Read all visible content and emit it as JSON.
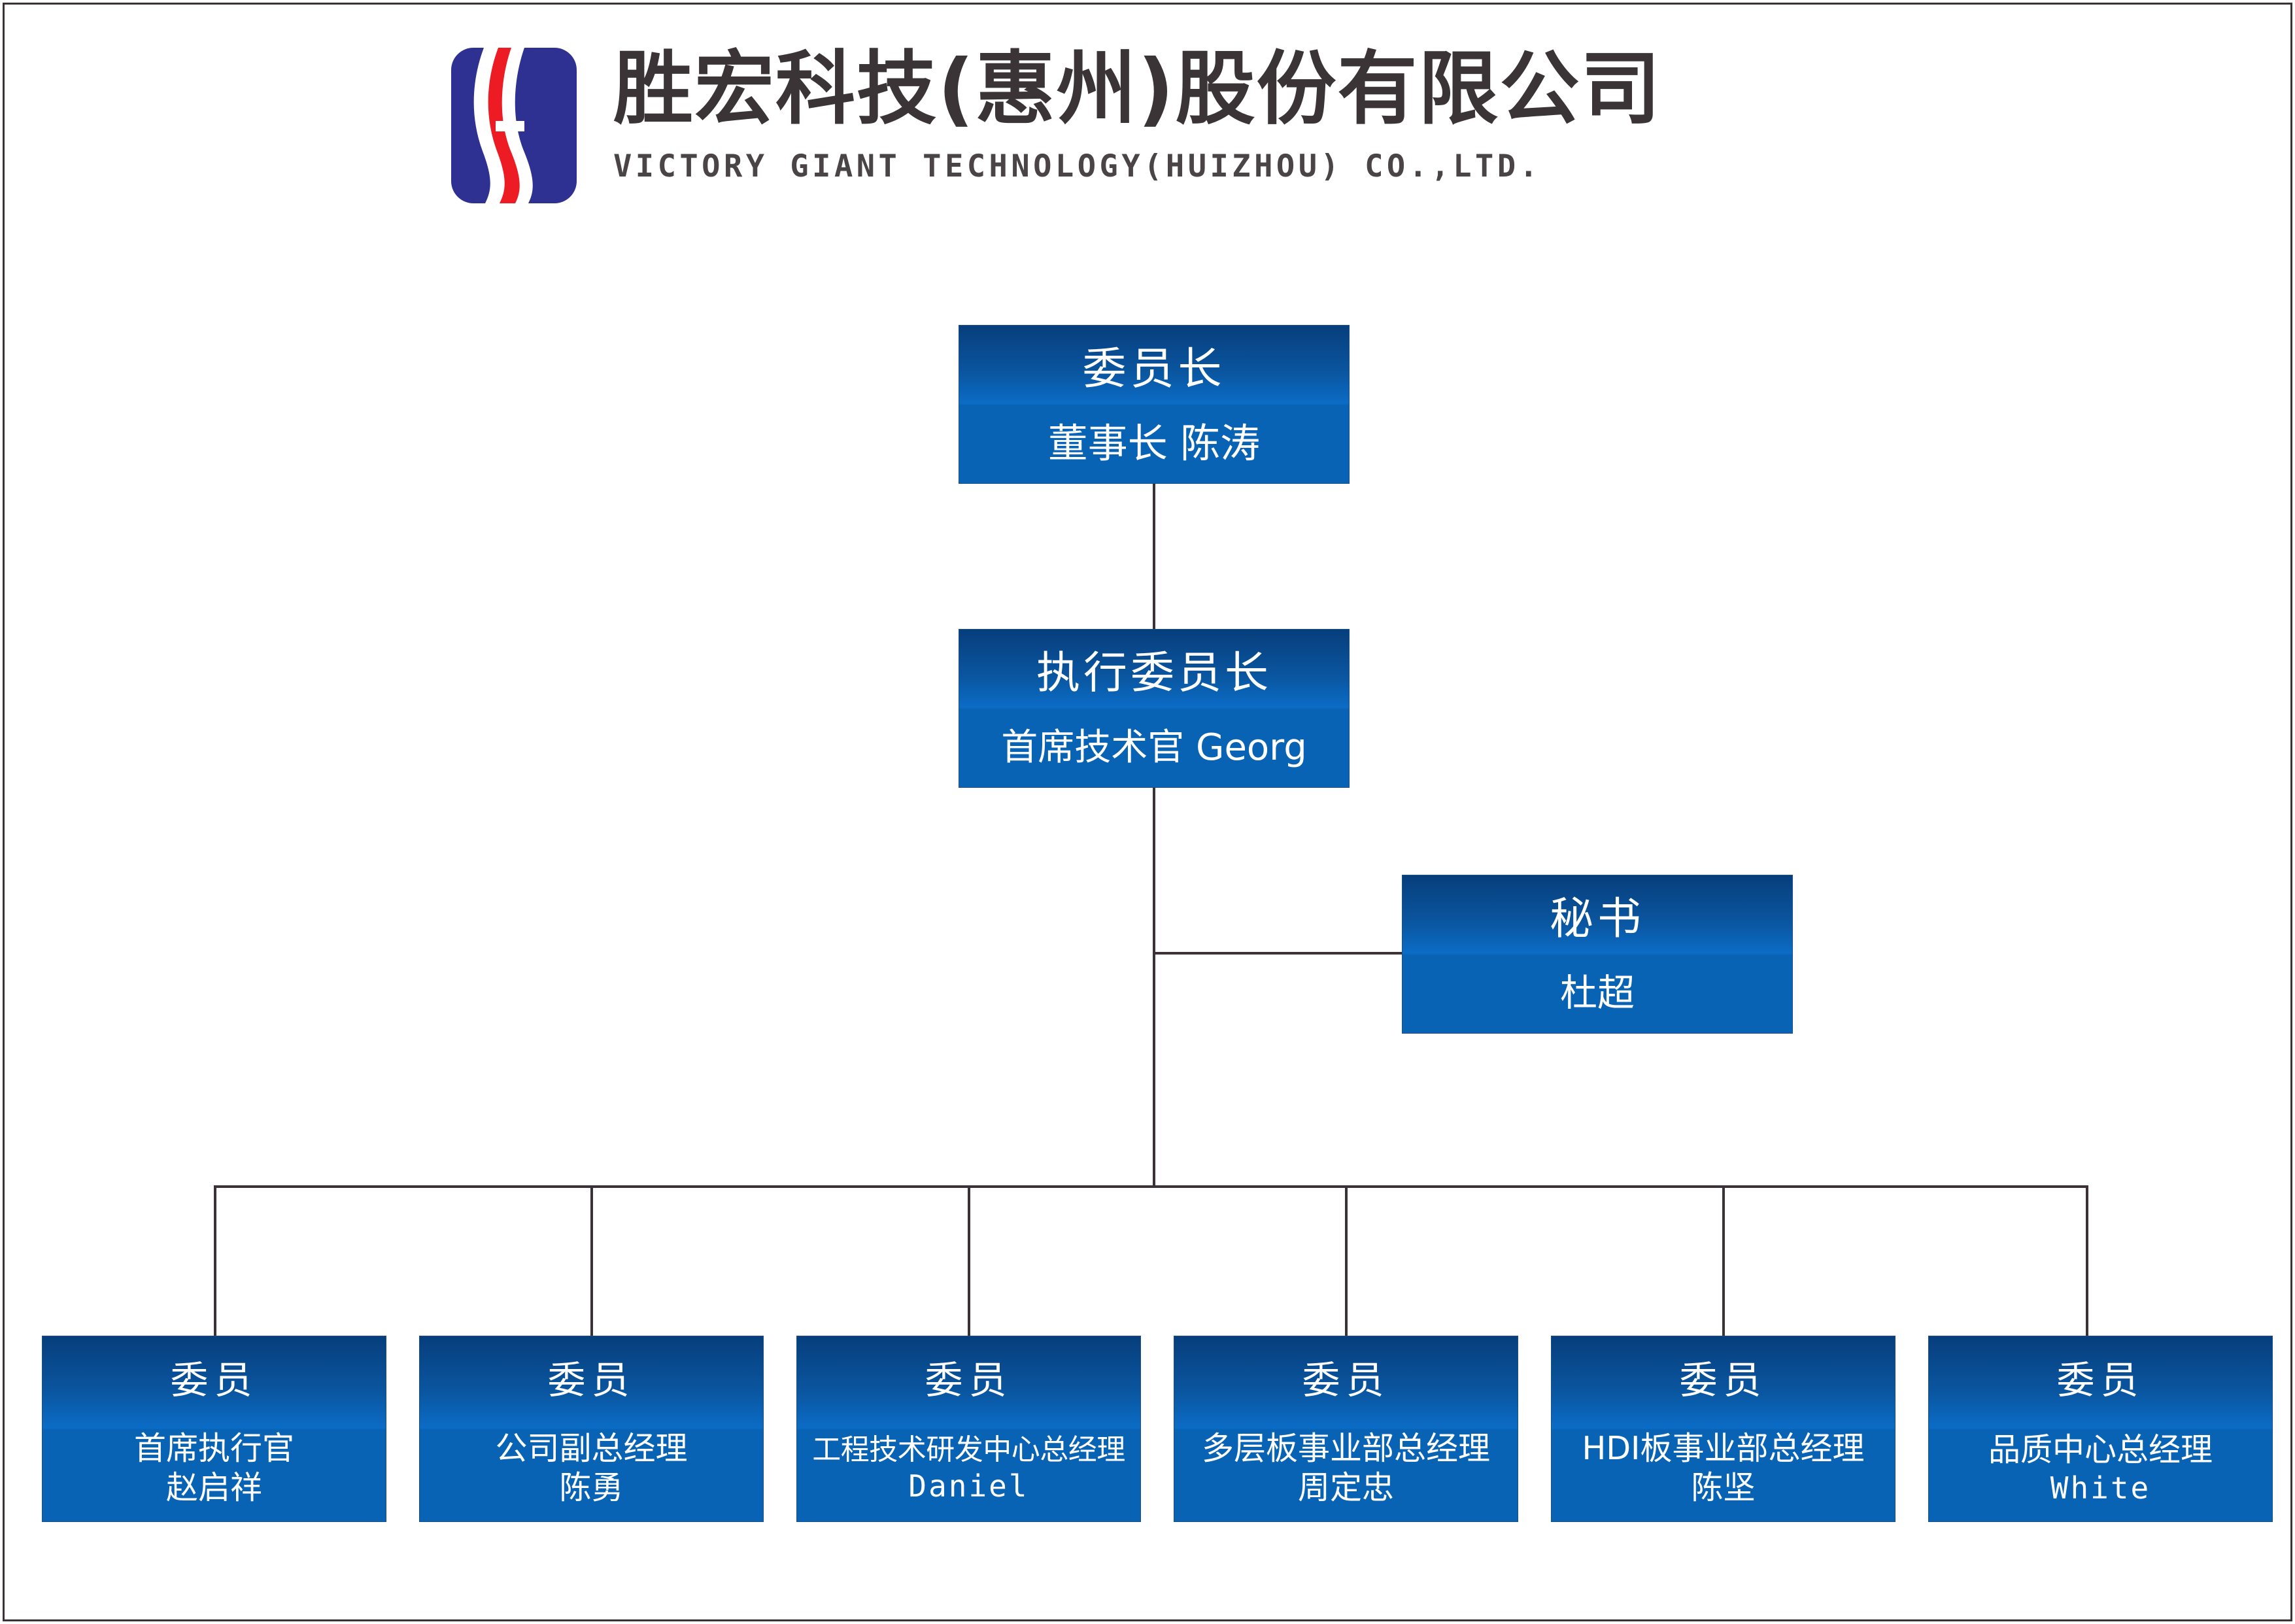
{
  "header": {
    "logo_name": "victory-giant-logo",
    "company_name_cn": "胜宏科技(惠州)股份有限公司",
    "company_name_en": "VICTORY GIANT TECHNOLOGY(HUIZHOU) CO.,LTD."
  },
  "colors": {
    "box_gradient_top": "#073e7c",
    "box_gradient_mid": "#0b6cc6",
    "box_solid_bottom": "#0963b4",
    "connector_line": "#3a3236",
    "logo_blue": "#2e3192",
    "logo_red": "#ed1c24",
    "text_on_box": "#ffffff",
    "header_text": "#3b3436"
  },
  "chart_data": {
    "type": "org-chart",
    "title": "胜宏科技(惠州)股份有限公司 组织架构",
    "nodes": [
      {
        "id": "chairman",
        "title": "委员长",
        "lines": [
          "董事长 陈涛"
        ],
        "role": "董事长",
        "person": "陈涛",
        "level": 0
      },
      {
        "id": "exec-chairman",
        "title": "执行委员长",
        "lines": [
          "首席技术官 Georg"
        ],
        "role": "首席技术官",
        "person": "Georg",
        "level": 1
      },
      {
        "id": "secretary",
        "title": "秘书",
        "lines": [
          "杜超"
        ],
        "role": "秘书",
        "person": "杜超",
        "level": 2
      }
    ],
    "members": [
      {
        "id": "member-ceo",
        "title": "委员",
        "role": "首席执行官",
        "person": "赵启祥",
        "person_is_latin": false,
        "role_shrink": false
      },
      {
        "id": "member-vp",
        "title": "委员",
        "role": "公司副总经理",
        "person": "陈勇",
        "person_is_latin": false,
        "role_shrink": false
      },
      {
        "id": "member-rnd",
        "title": "委员",
        "role": "工程技术研发中心总经理",
        "person": "Daniel",
        "person_is_latin": true,
        "role_shrink": true
      },
      {
        "id": "member-multilayer",
        "title": "委员",
        "role": "多层板事业部总经理",
        "person": "周定忠",
        "person_is_latin": false,
        "role_shrink": false
      },
      {
        "id": "member-hdi",
        "title": "委员",
        "role": "HDI板事业部总经理",
        "person": "陈坚",
        "person_is_latin": false,
        "role_shrink": false
      },
      {
        "id": "member-quality",
        "title": "委员",
        "role": "品质中心总经理",
        "person": "White",
        "person_is_latin": true,
        "role_shrink": false
      }
    ],
    "edges": [
      {
        "from": "chairman",
        "to": "exec-chairman"
      },
      {
        "from": "exec-chairman",
        "to": "secretary"
      },
      {
        "from": "exec-chairman",
        "to": "member-ceo"
      },
      {
        "from": "exec-chairman",
        "to": "member-vp"
      },
      {
        "from": "exec-chairman",
        "to": "member-rnd"
      },
      {
        "from": "exec-chairman",
        "to": "member-multilayer"
      },
      {
        "from": "exec-chairman",
        "to": "member-hdi"
      },
      {
        "from": "exec-chairman",
        "to": "member-quality"
      }
    ]
  }
}
